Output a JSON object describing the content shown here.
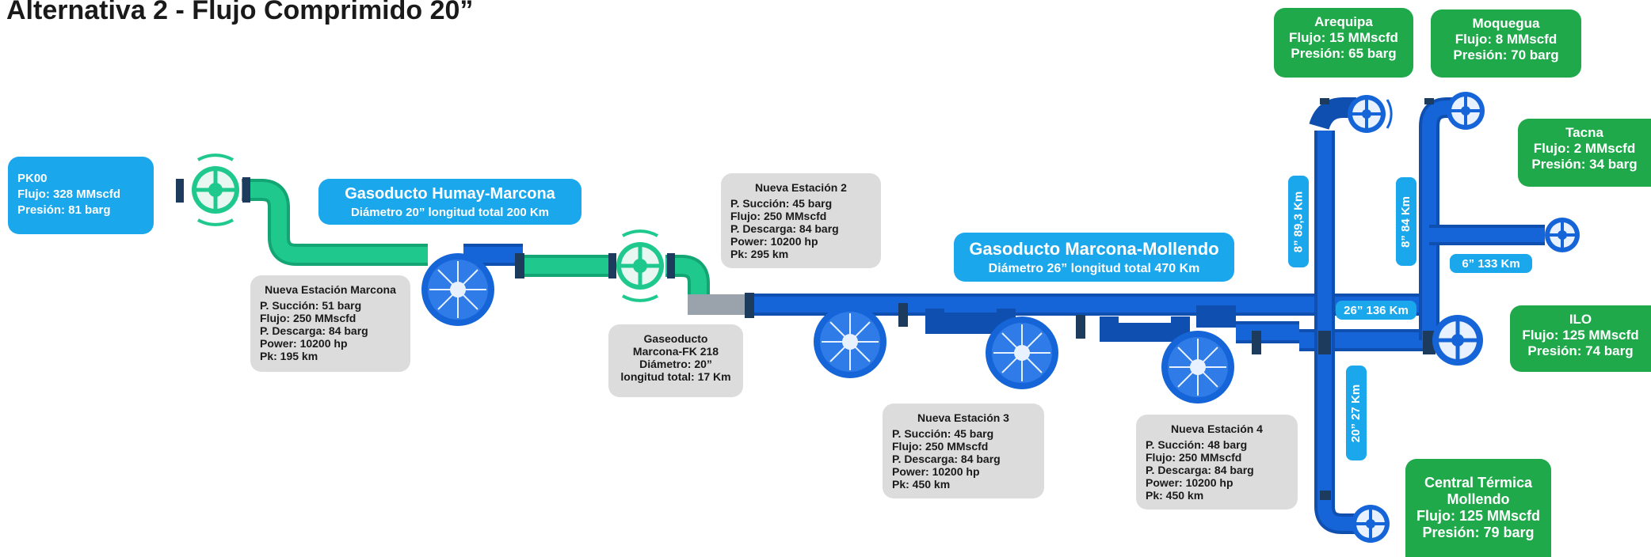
{
  "title": "Alternativa 2 - Flujo Comprimido 20”",
  "pk00": {
    "name": "PK00",
    "flujo": "Flujo: 328 MMscfd",
    "presion": "Presión: 81 barg"
  },
  "humay": {
    "title": "Gasoducto Humay-Marcona",
    "subtitle": "Diámetro 20” longitud total 200 Km"
  },
  "mollendo": {
    "title": "Gasoducto Marcona-Mollendo",
    "subtitle": "Diámetro 26” longitud total 470 Km"
  },
  "marcona_station": {
    "title": "Nueva Estación Marcona",
    "lines": [
      "P. Succión: 51 barg",
      "Flujo: 250 MMscfd",
      "P. Descarga: 84 barg",
      "Power: 10200 hp",
      "Pk: 195 km"
    ]
  },
  "station2": {
    "title": "Nueva Estación 2",
    "lines": [
      "P. Succión: 45 barg",
      "Flujo: 250 MMscfd",
      "P. Descarga: 84 barg",
      "Power: 10200 hp",
      "Pk: 295 km"
    ]
  },
  "station3": {
    "title": "Nueva Estación 3",
    "lines": [
      "P. Succión: 45 barg",
      "Flujo: 250 MMscfd",
      "P. Descarga: 84 barg",
      "Power: 10200 hp",
      "Pk: 450 km"
    ]
  },
  "station4": {
    "title": "Nueva Estación 4",
    "lines": [
      "P. Succión: 48 barg",
      "Flujo: 250 MMscfd",
      "P. Descarga: 84 barg",
      "Power: 10200 hp",
      "Pk: 450 km"
    ]
  },
  "fk218": {
    "lines": [
      "Gaseoducto",
      "Marcona-FK 218",
      "Diámetro: 20”",
      "longitud total: 17 Km"
    ]
  },
  "arequipa": {
    "name": "Arequipa",
    "flujo": "Flujo: 15 MMscfd",
    "presion": "Presión: 65 barg"
  },
  "moquegua": {
    "name": "Moquegua",
    "flujo": "Flujo: 8 MMscfd",
    "presion": "Presión: 70 barg"
  },
  "tacna": {
    "name": "Tacna",
    "flujo": "Flujo: 2 MMscfd",
    "presion": "Presión: 34 barg"
  },
  "ilo": {
    "name": "ILO",
    "flujo": "Flujo: 125 MMscfd",
    "presion": "Presión: 74 barg"
  },
  "central": {
    "name1": "Central Térmica",
    "name2": "Mollendo",
    "flujo": "Flujo: 125 MMscfd",
    "presion": "Presión: 79 barg"
  },
  "segments": {
    "arequipa_branch": "8” 89,3 Km",
    "moquegua_branch": "8” 84 Km",
    "tacna_branch": "6” 133 Km",
    "main_26": "26” 136 Km",
    "central_branch": "20” 27 Km"
  },
  "colors": {
    "green_pipe": "#1fc98e",
    "blue_pipe": "#1565d8",
    "label_blue": "#1aa7ec",
    "label_green": "#1fa94b",
    "info_gray": "#dcdcdc"
  }
}
